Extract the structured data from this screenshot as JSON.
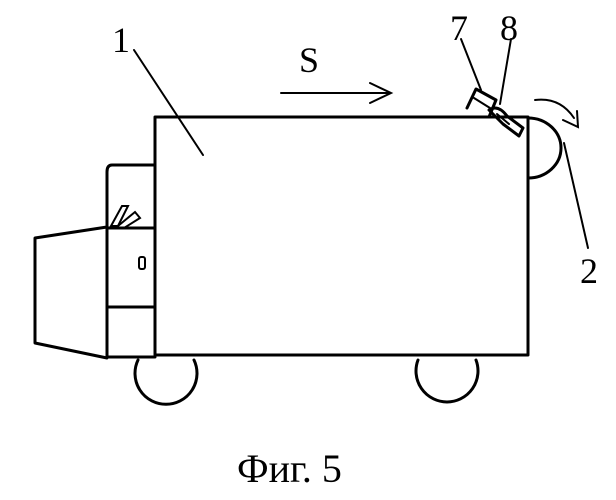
{
  "figure": {
    "labels": {
      "body": "1",
      "element_2": "2",
      "element_7": "7",
      "element_8": "8",
      "direction": "S"
    },
    "caption": "Фиг. 5"
  }
}
